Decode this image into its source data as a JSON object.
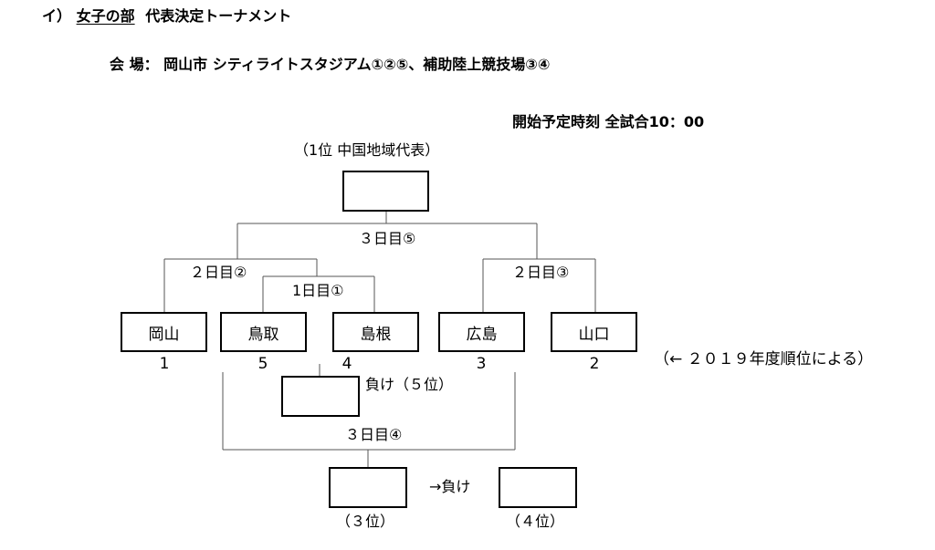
{
  "header": {
    "prefix": "イ）",
    "section": "女子の部",
    "suffix": "代表決定トーナメント"
  },
  "venue": "会 場： 岡山市 シティライトスタジアム①②⑤、補助陸上競技場③④",
  "start_time": "開始予定時刻 全試合10：00",
  "top_seed_label": "（1位 中国地域代表）",
  "rounds": {
    "day3_final": "３日目⑤",
    "day2_left": "２日目②",
    "day1": "1日目①",
    "day2_right": "２日目③",
    "day3_third": "３日目④"
  },
  "teams": [
    {
      "name": "岡山",
      "seed": "1"
    },
    {
      "name": "鳥取",
      "seed": "5"
    },
    {
      "name": "島根",
      "seed": "4"
    },
    {
      "name": "広島",
      "seed": "3"
    },
    {
      "name": "山口",
      "seed": "2"
    }
  ],
  "ranking_note": "（← ２０１９年度順位による）",
  "loser_label": "負け（５位）",
  "loser_arrow_label": "→負け",
  "third_place_label": "（３位）",
  "fourth_place_label": "（４位）"
}
